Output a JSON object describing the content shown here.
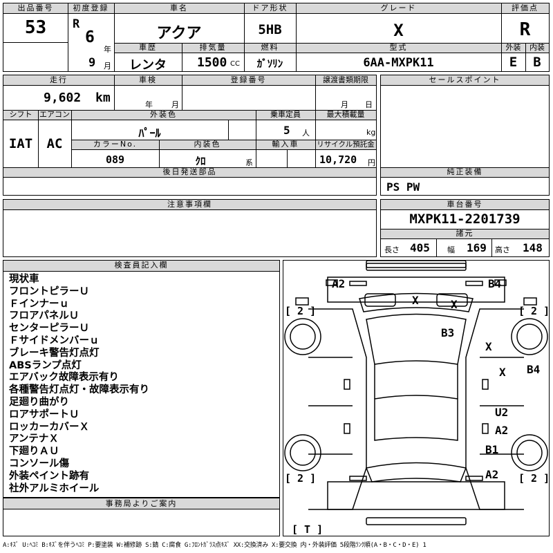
{
  "header": {
    "lot_label": "出品番号",
    "lot_value": "53",
    "first_reg_label": "初度登録",
    "era": "R",
    "year": "6",
    "year_unit": "年",
    "month": "9",
    "month_unit": "月",
    "car_name_label": "車名",
    "car_name": "アクア",
    "door_label": "ドア形状",
    "door_value": "5HB",
    "grade_label": "グレード",
    "grade_value": "X",
    "score_label": "評価点",
    "score_value": "R",
    "history_label": "車歴",
    "history_value": "レンタ",
    "displacement_label": "排気量",
    "displacement_value": "1500",
    "displacement_unit": "CC",
    "fuel_label": "燃料",
    "fuel_value": "ｶﾞｿﾘﾝ",
    "model_label": "型式",
    "model_value": "6AA-MXPK11",
    "exterior_label": "外装",
    "exterior_value": "E",
    "interior_label": "内装",
    "interior_value": "B"
  },
  "details": {
    "mileage_label": "走行",
    "mileage_value": "9,602",
    "mileage_unit": "km",
    "inspection_label": "車検",
    "insp_year_unit": "年",
    "insp_month_unit": "月",
    "reg_no_label": "登録番号",
    "transfer_label": "譲渡書類期限",
    "transfer_month_unit": "月",
    "transfer_day_unit": "日",
    "shift_label": "シフト",
    "shift_value": "IAT",
    "ac_label": "エアコン",
    "ac_value": "AC",
    "ext_color_label": "外装色",
    "ext_color_value": "ﾊﾟｰﾙ",
    "capacity_label": "乗車定員",
    "capacity_value": "5",
    "capacity_unit": "人",
    "max_load_label": "最大積載量",
    "max_load_unit": "kg",
    "color_no_label": "カラーNo.",
    "color_no_value": "089",
    "int_color_label": "内装色",
    "int_color_value": "ｸﾛ",
    "int_color_unit": "系",
    "import_label": "輸入車",
    "recycle_label": "リサイクル預託金",
    "recycle_value": "10,720",
    "recycle_unit": "円",
    "later_parts_label": "後日発送部品"
  },
  "sales": {
    "sales_point_label": "セールスポイント",
    "equipment_label": "純正装備",
    "equipment_value": "PS PW"
  },
  "caution_label": "注意事項欄",
  "chassis": {
    "label": "車台番号",
    "value": "MXPK11-2201739",
    "specs_label": "諸元",
    "length_label": "長さ",
    "length_value": "405",
    "width_label": "幅",
    "width_value": "169",
    "height_label": "高さ",
    "height_value": "148"
  },
  "inspector": {
    "label": "検査員記入欄",
    "notes": [
      "現状車",
      "フロントピラーＵ",
      "Ｆインナーｕ",
      "フロアパネルＵ",
      "センターピラーＵ",
      "Ｆサイドメンバーｕ",
      "ブレーキ警告灯点灯",
      "ABSランプ点灯",
      "エアバック故障表示有り",
      "各種警告灯点灯・故障表示有り",
      "足廻り曲がり",
      "ロアサポートＵ",
      "ロッカーカバーＸ",
      "アンテナＸ",
      "下廻りＡＵ",
      "コンソール傷",
      "外装ペイント跡有",
      "社外アルミホイール"
    ]
  },
  "office_label": "事務局よりご案内",
  "diagram": {
    "marks": {
      "a2_front_left": "A2",
      "b4_front_right": "B4",
      "x_windshield_left": "X",
      "x_windshield_right": "X",
      "b3_roof": "B3",
      "x_right_front": "X",
      "x_right_door": "X",
      "b4_right_side": "B4",
      "u2_right_rear": "U2",
      "a2_right_rear": "A2",
      "b1_right_rear": "B1",
      "a2_rear_right": "A2"
    },
    "tires": {
      "fl": "[ 2 ]",
      "fr": "[ 2 ]",
      "rl": "[ 2 ]",
      "rr": "[ 2 ]",
      "spare": "[ T ]"
    }
  },
  "legend": "A:ｷｽﾞ U:ﾍｺﾐ B:ｷｽﾞを伴うﾍｺﾐ P:要塗装 W:補修跡 S:錆 C:腐食 G:ﾌﾛﾝﾄｶﾞﾗｽ点ｷｽﾞ XX:交換済み X:要交換 内・外装評価 5段階ﾗﾝｸ順(A・B・C・D・E) 1",
  "colors": {
    "header_bg": "#d9d9d9",
    "line": "#000000"
  }
}
